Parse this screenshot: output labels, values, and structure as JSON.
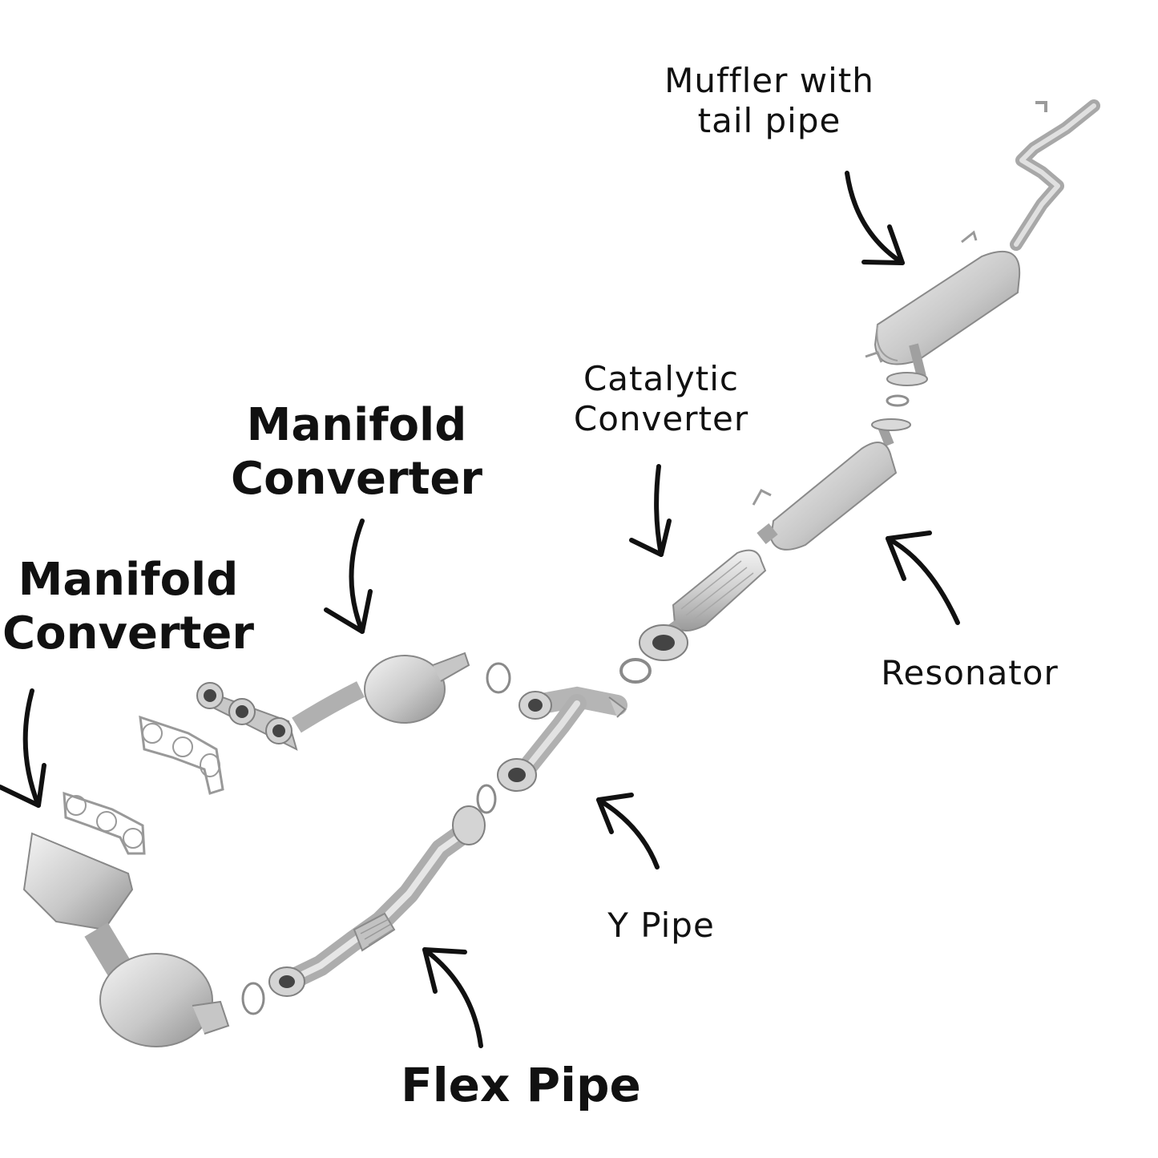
{
  "labels": {
    "muffler": {
      "line1": "Muffler with",
      "line2": "tail pipe"
    },
    "catalytic": {
      "line1": "Catalytic",
      "line2": "Converter"
    },
    "manifold_upper": {
      "line1": "Manifold",
      "line2": "Converter"
    },
    "manifold_lower": {
      "line1": "Manifold",
      "line2": "Converter"
    },
    "resonator": "Resonator",
    "y_pipe": "Y Pipe",
    "flex_pipe": "Flex Pipe"
  },
  "colors": {
    "text": "#111111",
    "metal_light": "#e4e4e4",
    "metal_mid": "#bcbcbc",
    "metal_dark": "#8c8c8c",
    "background": "#ffffff"
  }
}
